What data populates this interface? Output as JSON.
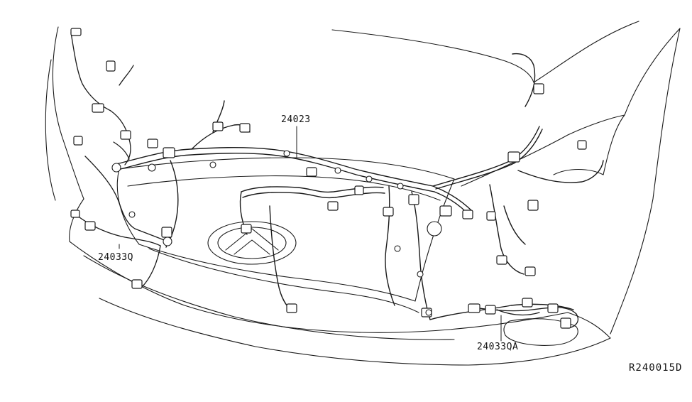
{
  "diagram": {
    "callouts": {
      "main_harness": "24023",
      "left_harness": "24033Q",
      "right_harness": "24033QA"
    },
    "reference_code": "R240015D"
  }
}
